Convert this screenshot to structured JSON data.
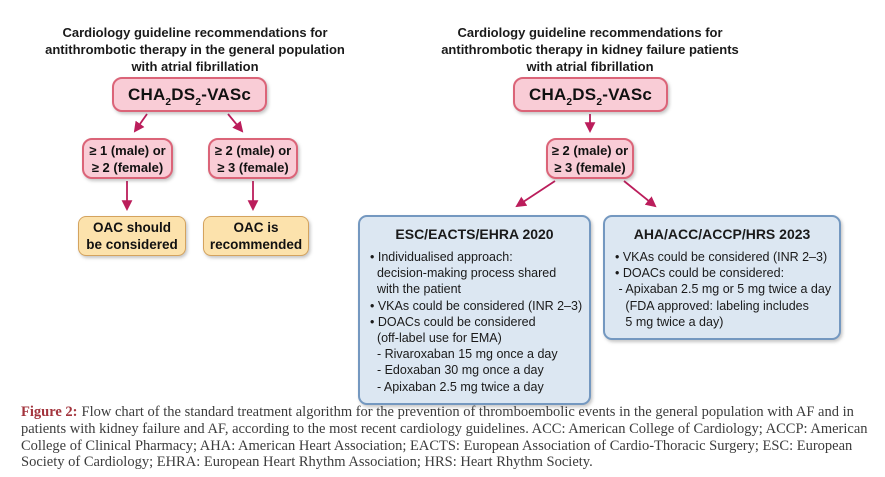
{
  "colors": {
    "pink_fill": "#f9ccd6",
    "pink_border": "#db6478",
    "yellow_fill": "#fce2ac",
    "yellow_border": "#d4a35e",
    "blue_fill": "#dce7f2",
    "blue_border": "#7498c0",
    "arrow": "#bb1d5b",
    "figure_label": "#a3343d",
    "caption_text": "#3c3c3c"
  },
  "left_chart": {
    "title_lines": [
      "Cardiology guideline recommendations for",
      "antithrombotic therapy in the general population",
      "with atrial fibrillation"
    ],
    "root": {
      "p1": "CHA",
      "s1": "2",
      "p2": "DS",
      "s2": "2",
      "p3": "-VASc"
    },
    "branch1": {
      "line1": "≥ 1 (male) or",
      "line2": "≥ 2 (female)"
    },
    "branch2": {
      "line1": "≥ 2 (male) or",
      "line2": "≥ 3 (female)"
    },
    "outcome1": {
      "line1": "OAC should",
      "line2": "be considered"
    },
    "outcome2": {
      "line1": "OAC is",
      "line2": "recommended"
    }
  },
  "right_chart": {
    "title_lines": [
      "Cardiology guideline recommendations for",
      "antithrombotic therapy in kidney failure patients",
      "with atrial fibrillation"
    ],
    "root": {
      "p1": "CHA",
      "s1": "2",
      "p2": "DS",
      "s2": "2",
      "p3": "-VASc"
    },
    "branch": {
      "line1": "≥ 2 (male) or",
      "line2": "≥ 3 (female)"
    },
    "esc_box": {
      "title": "ESC/EACTS/EHRA 2020",
      "lines": [
        "• Individualised approach:",
        "  decision-making process shared",
        "  with the patient",
        "• VKAs could be considered (INR 2–3)",
        "• DOACs could be considered",
        "  (off-label use for EMA)",
        "  - Rivaroxaban 15 mg once a day",
        "  - Edoxaban 30 mg once a day",
        "  - Apixaban 2.5 mg twice a day"
      ]
    },
    "aha_box": {
      "title": "AHA/ACC/ACCP/HRS 2023",
      "lines": [
        "• VKAs could be considered (INR 2–3)",
        "• DOACs could be considered:",
        " - Apixaban 2.5 mg or 5 mg twice a day",
        "   (FDA approved: labeling includes",
        "   5 mg twice a day)"
      ]
    }
  },
  "caption": {
    "label": "Figure 2:",
    "text": "Flow chart of the standard treatment algorithm for the prevention of thromboembolic events in the general population with AF and in patients with kidney failure and AF, according to the most recent cardiology guidelines. ACC: American College of Cardiology; ACCP: American College of Clinical Pharmacy; AHA: American Heart Association; EACTS: European Association of Cardio-Thoracic Surgery; ESC: European Society of Cardiology; EHRA: European Heart Rhythm Association; HRS: Heart Rhythm Society."
  }
}
